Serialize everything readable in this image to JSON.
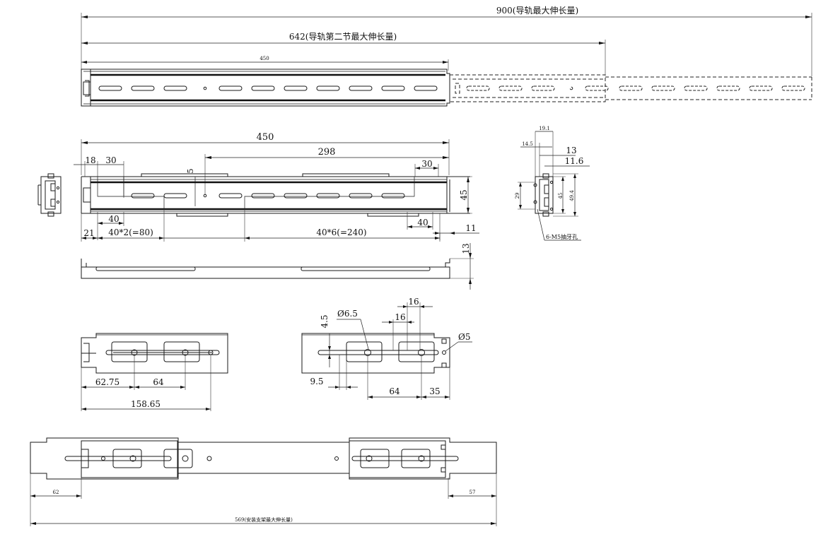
{
  "top_view": {
    "dim_total": "900(导轨最大伸长量)",
    "dim_second": "642(导轨第二节最大伸长量)",
    "dim_rail": "450"
  },
  "front_view": {
    "dim_length": "450",
    "dim_298": "298",
    "dim_18": "18",
    "dim_30_left": "30",
    "dim_30_right": "30",
    "dim_5": "5",
    "dim_45": "45",
    "dim_40_left": "40",
    "dim_40_right": "40",
    "dim_21": "21",
    "dim_40x2": "40*2(=80)",
    "dim_40x6": "40*6(=240)",
    "dim_11": "11"
  },
  "bottom_view": {
    "dim_13": "13"
  },
  "side_view": {
    "dim_19_1": "19.1",
    "dim_14_5": "14.5",
    "dim_13": "13",
    "dim_11_6": "11.6",
    "dim_29": "29",
    "dim_45": "45",
    "dim_49_4": "49.4",
    "note": "6-M5抽牙孔"
  },
  "bracket_view": {
    "dim_4_5": "4.5",
    "dim_phi6_5": "Ø6.5",
    "dim_16_a": "16",
    "dim_16_b": "16",
    "dim_phi5": "Ø5",
    "dim_62_75": "62.75",
    "dim_64_left": "64",
    "dim_158_65": "158.65",
    "dim_9_5": "9.5",
    "dim_64_right": "64",
    "dim_35": "35"
  },
  "assembly_view": {
    "dim_62": "62",
    "dim_57": "57",
    "dim_total": "569(安装支架最大伸长量)"
  }
}
